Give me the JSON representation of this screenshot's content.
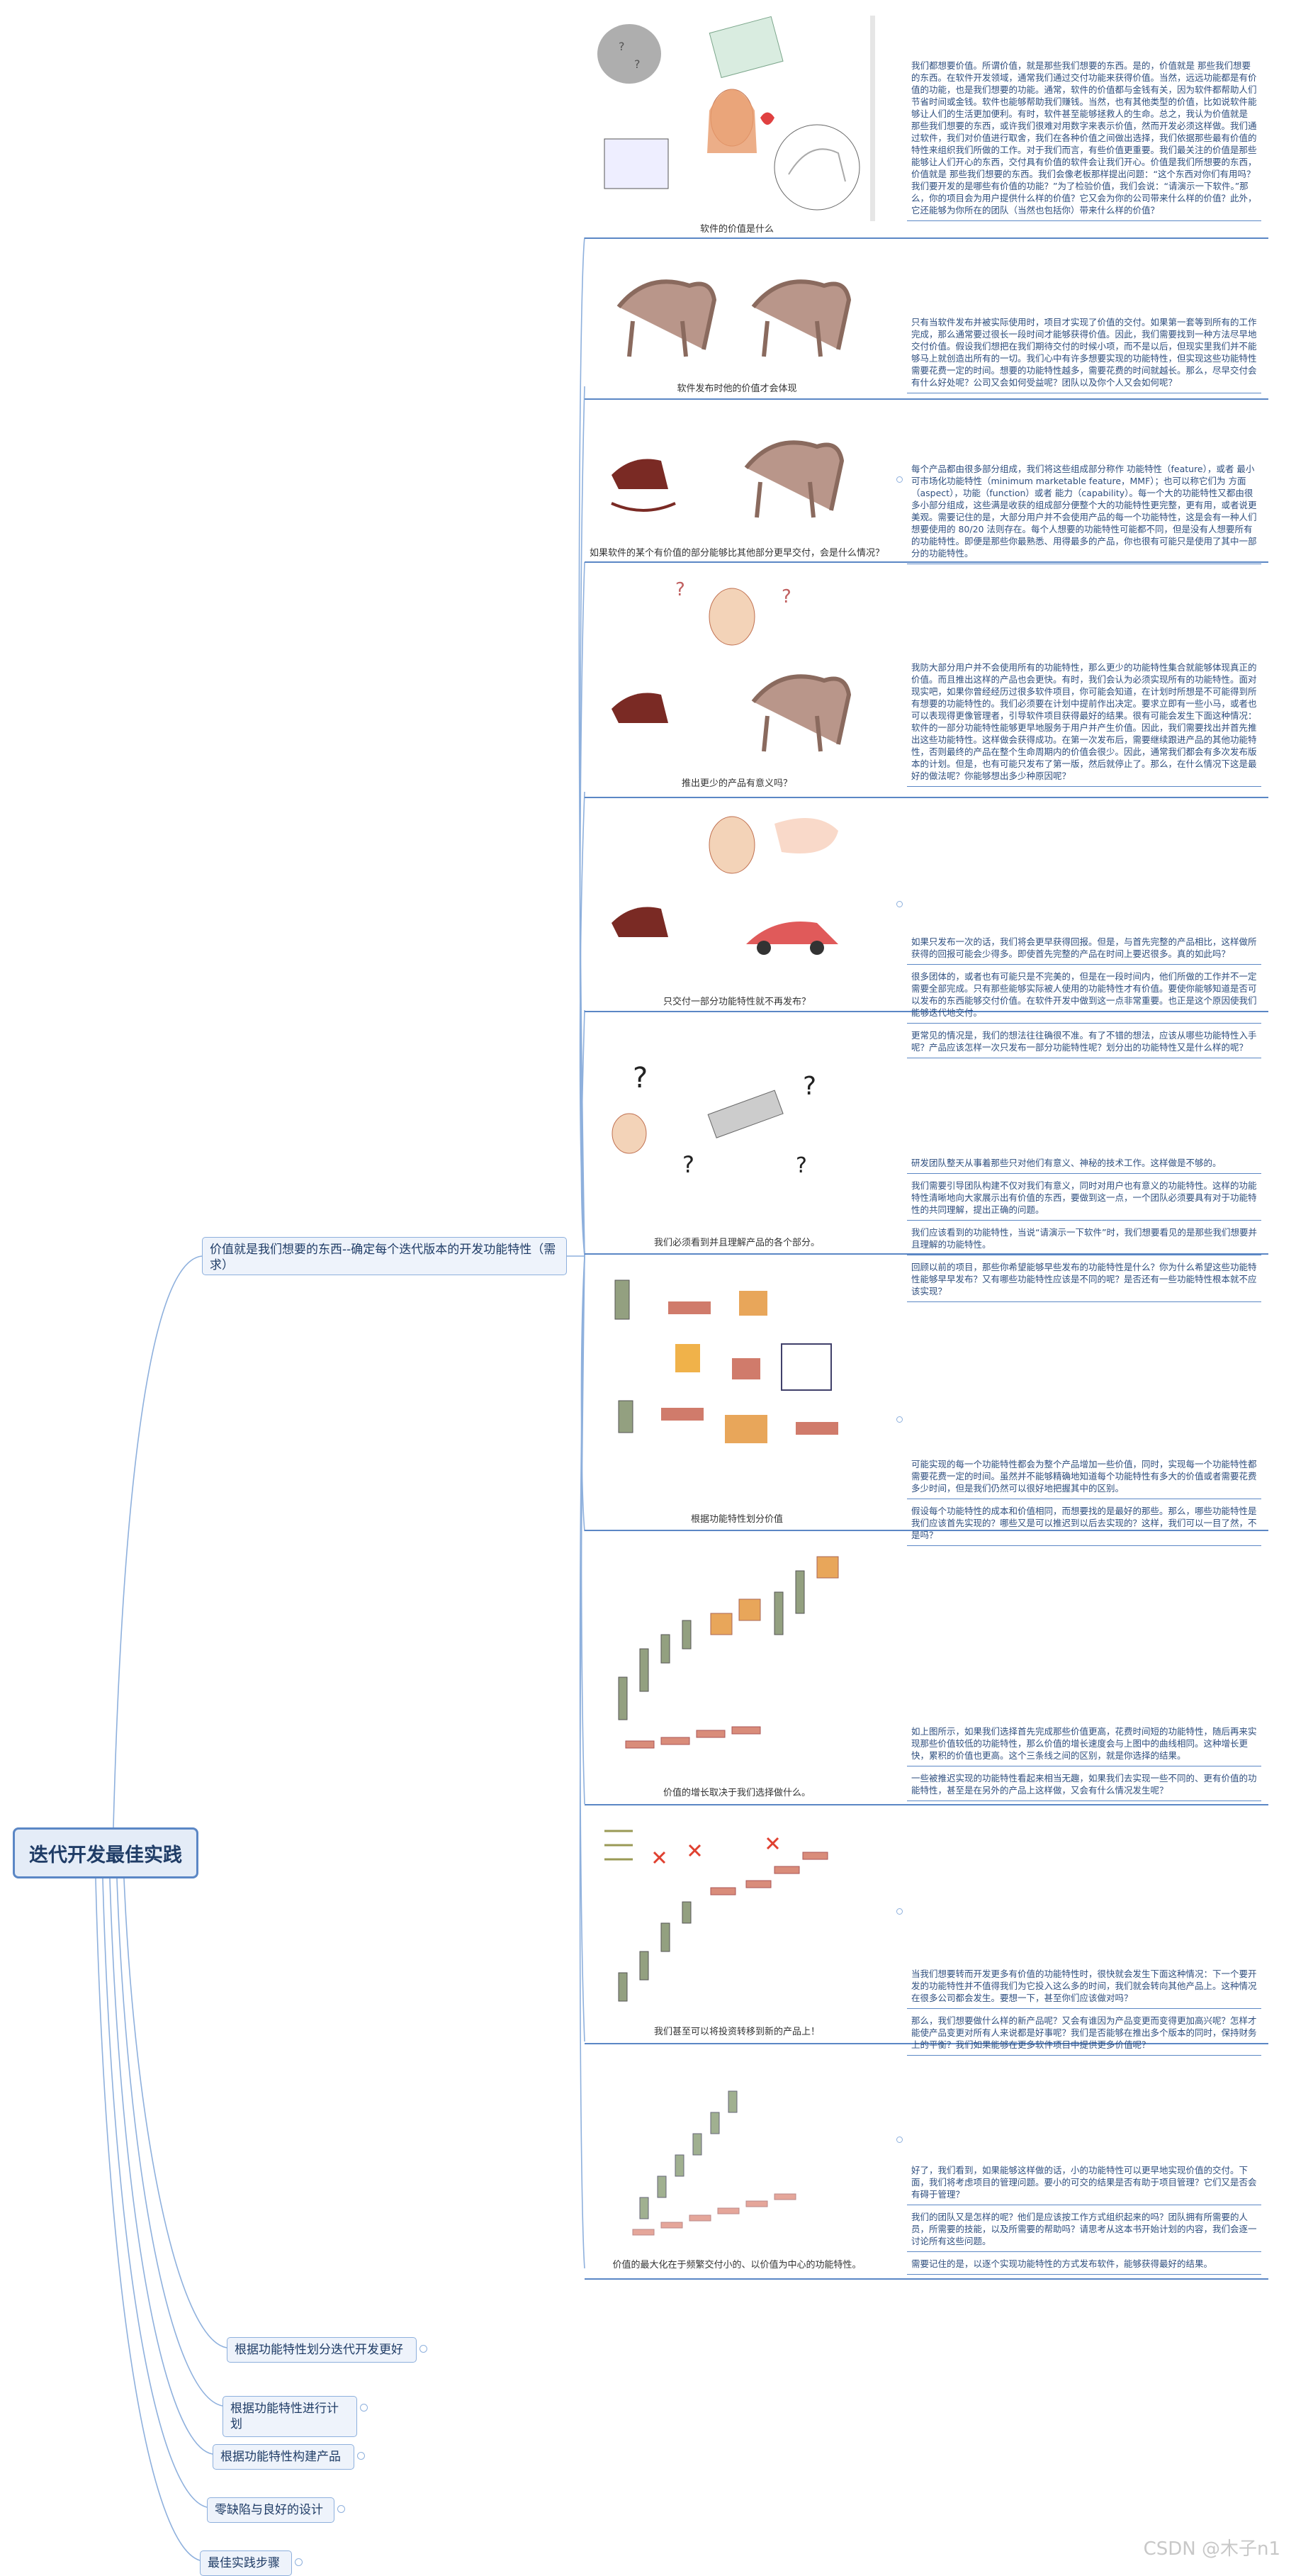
{
  "root": {
    "label": "迭代开发最佳实践"
  },
  "main_branch": {
    "label": "价值就是我们想要的东西--确定每个迭代版本的开发功能特性（需求）"
  },
  "other_branches": [
    {
      "label": "根据功能特性划分迭代开发更好"
    },
    {
      "label": "根据功能特性进行计划"
    },
    {
      "label": "根据功能特性构建产品"
    },
    {
      "label": "零缺陷与良好的设计"
    },
    {
      "label": "最佳实践步骤"
    }
  ],
  "panels": [
    {
      "caption": "软件的价值是什么",
      "notes": [
        "我们都想要价值。所谓价值，就是那些我们想要的东西。是的，价值就是 那些我们想要的东西。在软件开发领域，通常我们通过交付功能来获得价值。当然，远远功能都是有价值的功能，也是我们想要的功能。通常，软件的价值都与金钱有关，因为软件都帮助人们节省时间或金钱。软件也能够帮助我们赚钱。当然，也有其他类型的价值，比如说软件能够让人们的生活更加便利。有时，软件甚至能够拯救人的生命。总之，我认为价值就是 那些我们想要的东西，或许我们很难对用数字来表示价值，然而开发必须这样做。我们通过软件，我们对价值进行取舍，我们在各种价值之间做出选择，我们依据那些最有价值的特性来组织我们所做的工作。对于我们而言，有些价值更重要。我们最关注的价值是那些能够让人们开心的东西，交付具有价值的软件会让我们开心。价值是我们所想要的东西，价值就是 那些我们想要的东西。我们会像老板那样提出问题：“这个东西对你们有用吗？我们要开发的是哪些有价值的功能？”为了检验价值，我们会说：“请演示一下软件。”那么，你的项目会为用户提供什么样的价值？它又会为你的公司带来什么样的价值？此外，它还能够为你所在的团队（当然也包括你）带来什么样的价值？"
      ]
    },
    {
      "caption": "软件发布时他的价值才会体现",
      "notes": [
        "只有当软件发布并被实际使用时，项目才实现了价值的交付。如果第一套等到所有的工作完成，那么通常要过很长一段时间才能够获得价值。因此，我们需要找到一种方法尽早地交付价值。假设我们想把在我们期待交付的时候小项，而不是以后，但现实里我们并不能够马上就创造出所有的一切。我们心中有许多想要实现的功能特性，但实现这些功能特性需要花费一定的时间。想要的功能特性越多，需要花费的时间就越长。那么，尽早交付会有什么好处呢？公司又会如何受益呢？团队以及你个人又会如何呢？"
      ]
    },
    {
      "caption": "如果软件的某个有价值的部分能够比其他部分更早交付，会是什么情况？",
      "notes": [
        "每个产品都由很多部分组成，我们将这些组成部分称作 功能特性（feature），或者 最小可市场化功能特性（minimum marketable feature，MMF）；也可以称它们为 方面（aspect），功能（function）或者 能力（capability）。每一个大的功能特性又都由很多小部分组成，这些满是收获的组成部分便整个大的功能特性更完整，更有用，或者说更美观。需要记住的是，大部分用户并不会使用产品的每一个功能特性，这是会有一种人们想要使用的 80/20 法则存在。每个人想要的功能特性可能都不同，但是没有人想要所有的功能特性。即便是那些你最熟悉、用得最多的产品，你也很有可能只是使用了其中一部分的功能特性。"
      ]
    },
    {
      "caption": "推出更少的产品有意义吗？",
      "notes": [
        "我防大部分用户并不会使用所有的功能特性，那么更少的功能特性集合就能够体现真正的价值。而且推出这样的产品也会更快。有时，我们会认为必须实现所有的功能特性。面对现实吧，如果你曾经经历过很多软件项目，你可能会知道，在计划时所想是不可能得到所有想要的功能特性的。我们必须要在计划中提前作出决定。要求立即有一些小马，或者也可以表现得更像管理者，引导软件项目获得最好的结果。很有可能会发生下面这种情况：软件的一部分功能特性能够更早地服务于用户并产生价值。因此，我们需要找出并首先推出这些功能特性。这样做会获得成功。在第一次发布后，需要继续跟进产品的其他功能特性，否则最终的产品在整个生命周期内的价值会很少。因此，通常我们都会有多次发布版本的计划。但是，也有可能只发布了第一版，然后就停止了。那么，在什么情况下这是最好的做法呢？你能够想出多少种原因呢？"
      ]
    },
    {
      "caption": "只交付一部分功能特性就不再发布？",
      "notes": [
        "如果只发布一次的话，我们将会更早获得回报。但是，与首先完整的产品相比，这样做所获得的回报可能会少得多。即使首先完整的产品在时间上要迟很多。真的如此吗？",
        "很多团体的，或者也有可能只是不完美的，但是在一段时间内，他们所做的工作并不一定需要全部完成。只有那些能够实际被人使用的功能特性才有价值。要使你能够知道是否可以发布的东西能够交付价值。在软件开发中做到这一点非常重要。也正是这个原因使我们能够迭代地交付。",
        "更常见的情况是，我们的想法往往确很不准。有了不错的想法，应该从哪些功能特性入手呢？产品应该怎样一次只发布一部分功能特性呢？划分出的功能特性又是什么样的呢？"
      ]
    },
    {
      "caption": "我们必须看到并且理解产品的各个部分。",
      "notes": [
        "研发团队整天从事着那些只对他们有意义、神秘的技术工作。这样做是不够的。",
        "我们需要引导团队构建不仅对我们有意义，同时对用户也有意义的功能特性。这样的功能特性清晰地向大家展示出有价值的东西，要做到这一点，一个团队必须要具有对于功能特性的共同理解，提出正确的问题。",
        "我们应该看到的功能特性，当说“请演示一下软件”时，我们想要看见的是那些我们想要并且理解的功能特性。",
        "回顾以前的项目，那些你希望能够早些发布的功能特性是什么？你为什么希望这些功能特性能够早早发布？又有哪些功能特性应该是不同的呢？是否还有一些功能特性根本就不应该实现？"
      ]
    },
    {
      "caption": "根据功能特性划分价值",
      "notes": [
        "可能实现的每一个功能特性都会为整个产品增加一些价值，同时，实现每一个功能特性都需要花费一定的时间。虽然并不能够精确地知道每个功能特性有多大的价值或者需要花费多少时间，但是我们仍然可以很好地把握其中的区别。",
        "假设每个功能特性的成本和价值相同，而想要找的是最好的那些。那么，哪些功能特性是我们应该首先实现的？哪些又是可以推迟到以后去实现的？这样，我们可以一目了然，不是吗？"
      ]
    },
    {
      "caption": "价值的增长取决于我们选择做什么。",
      "notes": [
        "如上图所示，如果我们选择首先完成那些价值更高，花费时间短的功能特性，随后再来实现那些价值较低的功能特性，那么价值的增长速度会与上图中的曲线相同。这种增长更快，累积的价值也更高。这个三条线之间的区别，就是你选择的结果。",
        "一些被推迟实现的功能特性看起来相当无趣，如果我们去实现一些不同的、更有价值的功能特性，甚至是在另外的产品上这样做，又会有什么情况发生呢？"
      ]
    },
    {
      "caption": "我们甚至可以将投资转移到新的产品上！",
      "notes": [
        "当我们想要转而开发更多有价值的功能特性时，很快就会发生下面这种情况：下一个要开发的功能特性并不值得我们为它投入这么多的时间，我们就会转向其他产品上。这种情况在很多公司都会发生。要想一下，甚至你们应该做对吗？",
        "那么，我们想要做什么样的新产品呢？又会有谁因为产品变更而变得更加高兴呢？怎样才能使产品变更对所有人来说都是好事呢？我们是否能够在推出多个版本的同时，保持财务上的平衡？我们如果能够在更多软件项目中提供更多价值呢？"
      ]
    },
    {
      "caption": "价值的最大化在于频繁交付小的、以价值为中心的功能特性。",
      "notes": [
        "好了，我们看到，如果能够这样做的话，小的功能特性可以更早地实现价值的交付。下面，我们将考虑项目的管理问题。要小的可交的结果是否有助于项目管理？它们又是否会有碍于管理？",
        "我们的团队又是怎样的呢？他们是应该按工作方式组织起来的吗？团队拥有所需要的人员，所需要的技能，以及所需要的帮助吗？请思考从这本书开始计划的内容，我们会逐一讨论所有这些问题。",
        "需要记住的是，以逐个实现功能特性的方式发布软件，能够获得最好的结果。"
      ]
    }
  ],
  "watermark": "CSDN @木子n1"
}
